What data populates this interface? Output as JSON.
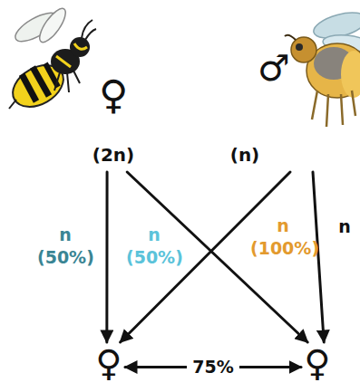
{
  "diagram": {
    "nodes": [
      {
        "text": [
          "♀",
          "(2n)"
        ]
      },
      {
        "text": [
          "♂",
          "(n)"
        ]
      },
      {
        "text": [
          "♀"
        ]
      },
      {
        "text": [
          "♀"
        ]
      }
    ],
    "edges": [
      {
        "from": 0,
        "to": 2,
        "arrow": "to",
        "label": "n (50%)"
      },
      {
        "from": 0,
        "to": 3,
        "arrow": "to",
        "label": "n (50%)"
      },
      {
        "from": 1,
        "to": 2,
        "arrow": "to",
        "label": "n (100%)"
      },
      {
        "from": 1,
        "to": 3,
        "arrow": "to",
        "label": "n"
      },
      {
        "from": 2,
        "to": 3,
        "arrow": "both",
        "label": "75%"
      }
    ]
  }
}
